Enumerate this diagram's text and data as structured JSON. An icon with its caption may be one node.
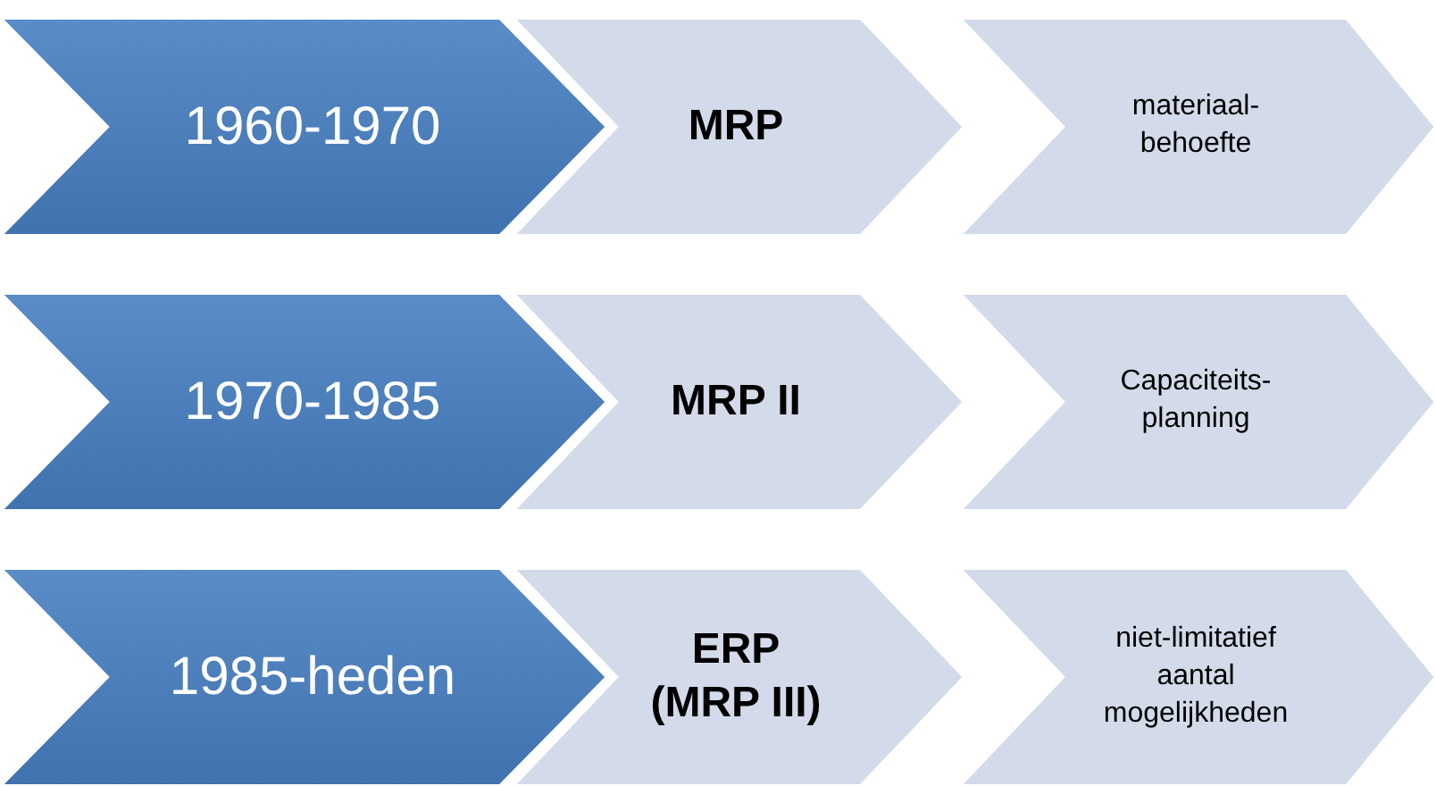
{
  "diagram": {
    "nodes": [
      {
        "text": [
          "1960-1970"
        ]
      },
      {
        "text": [
          "MRP"
        ]
      },
      {
        "text": [
          "materiaal-behoefte"
        ]
      },
      {
        "text": [
          "1970-1985"
        ]
      },
      {
        "text": [
          "MRP II"
        ]
      },
      {
        "text": [
          "Capaciteits-planning"
        ]
      },
      {
        "text": [
          "1985-heden"
        ]
      },
      {
        "text": [
          "ERP (MRP III)"
        ]
      },
      {
        "text": [
          "niet-limitatief aantal mogelijkheden"
        ]
      }
    ]
  }
}
